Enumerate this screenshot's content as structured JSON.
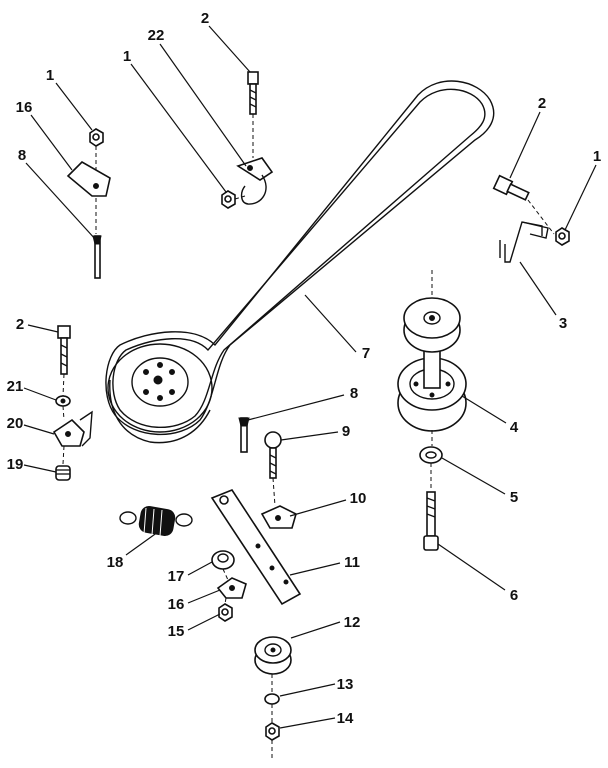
{
  "callouts": [
    {
      "id": "c2-top",
      "text": "2"
    },
    {
      "id": "c22",
      "text": "22"
    },
    {
      "id": "c1-midleft",
      "text": "1"
    },
    {
      "id": "c1-topleft",
      "text": "1"
    },
    {
      "id": "c16-top",
      "text": "16"
    },
    {
      "id": "c8-top",
      "text": "8"
    },
    {
      "id": "c2-right",
      "text": "2"
    },
    {
      "id": "c1-right",
      "text": "1"
    },
    {
      "id": "c3",
      "text": "3"
    },
    {
      "id": "c7",
      "text": "7"
    },
    {
      "id": "c2-left",
      "text": "2"
    },
    {
      "id": "c21",
      "text": "21"
    },
    {
      "id": "c20",
      "text": "20"
    },
    {
      "id": "c19",
      "text": "19"
    },
    {
      "id": "c8-mid",
      "text": "8"
    },
    {
      "id": "c9",
      "text": "9"
    },
    {
      "id": "c4",
      "text": "4"
    },
    {
      "id": "c5",
      "text": "5"
    },
    {
      "id": "c10",
      "text": "10"
    },
    {
      "id": "c6",
      "text": "6"
    },
    {
      "id": "c18",
      "text": "18"
    },
    {
      "id": "c11",
      "text": "11"
    },
    {
      "id": "c17",
      "text": "17"
    },
    {
      "id": "c16-bottom",
      "text": "16"
    },
    {
      "id": "c15",
      "text": "15"
    },
    {
      "id": "c12",
      "text": "12"
    },
    {
      "id": "c13",
      "text": "13"
    },
    {
      "id": "c14",
      "text": "14"
    }
  ]
}
